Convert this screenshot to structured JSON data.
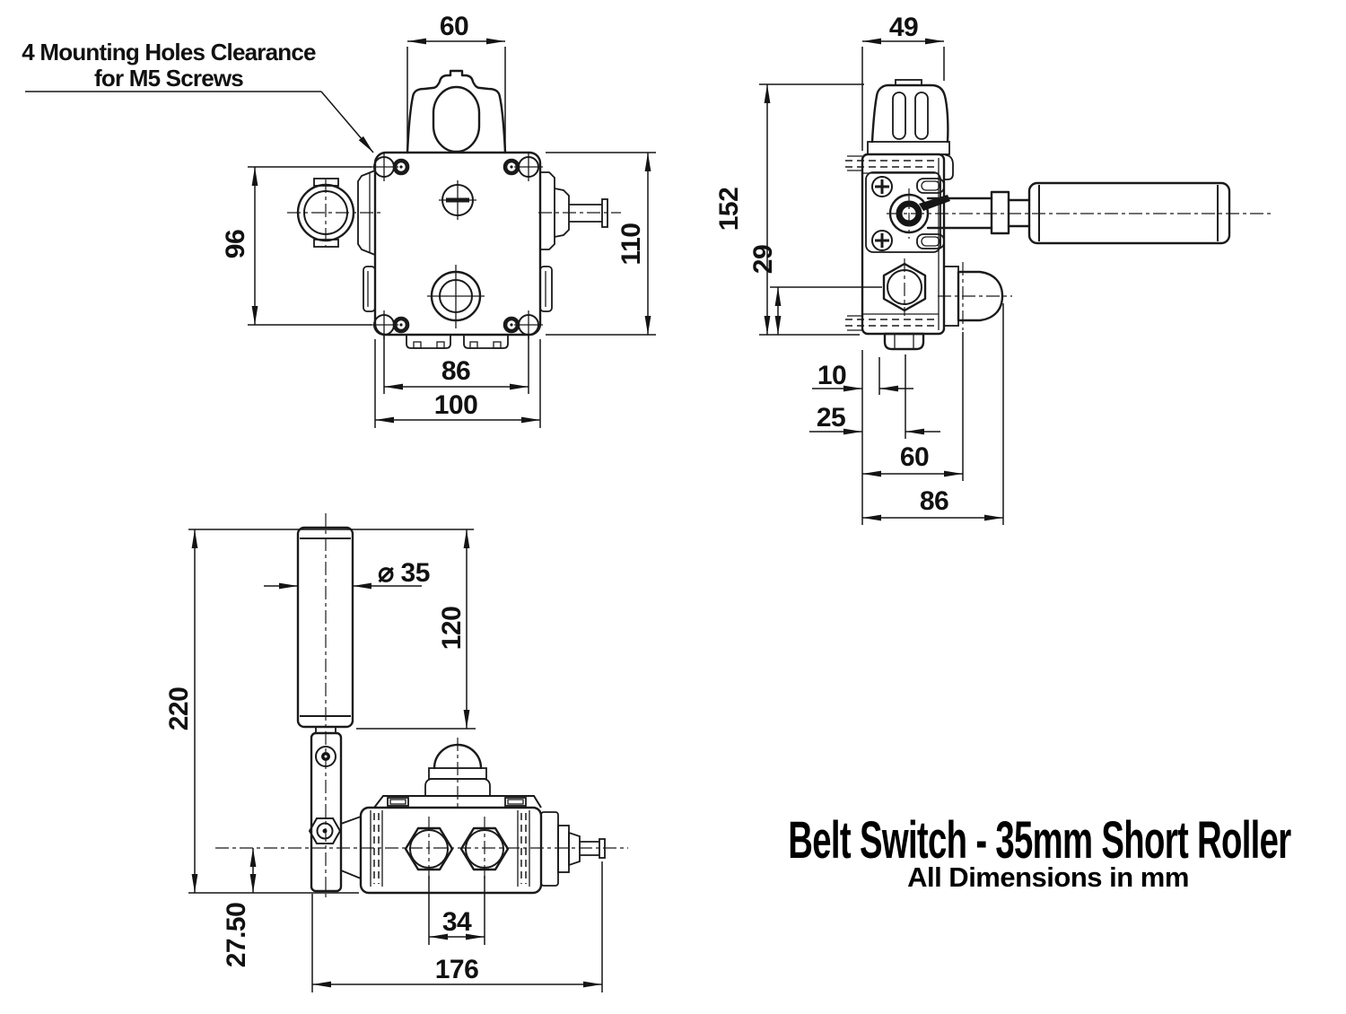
{
  "drawing": {
    "title": "Belt Switch - 35mm Short Roller",
    "subtitle": "All Dimensions in mm",
    "note_line1": "4 Mounting Holes Clearance",
    "note_line2": "for M5 Screws"
  },
  "front_view": {
    "dim_bracket_width": "60",
    "dim_hole_spacing_vertical": "96",
    "dim_body_height": "110",
    "dim_hole_spacing_horizontal": "86",
    "dim_body_width": "100"
  },
  "side_view": {
    "dim_body_depth": "49",
    "dim_overall_height": "152",
    "dim_gland_to_base": "29",
    "dim_slot_offset": "10",
    "dim_gland_offset": "25",
    "dim_plunger_center": "60",
    "dim_overall_depth": "86"
  },
  "top_view": {
    "dim_overall_length": "220",
    "dim_roller_diameter": "⌀ 35",
    "dim_roller_length": "120",
    "dim_arm_drop": "27.50",
    "dim_gland_spacing": "34",
    "dim_overall_width": "176"
  }
}
